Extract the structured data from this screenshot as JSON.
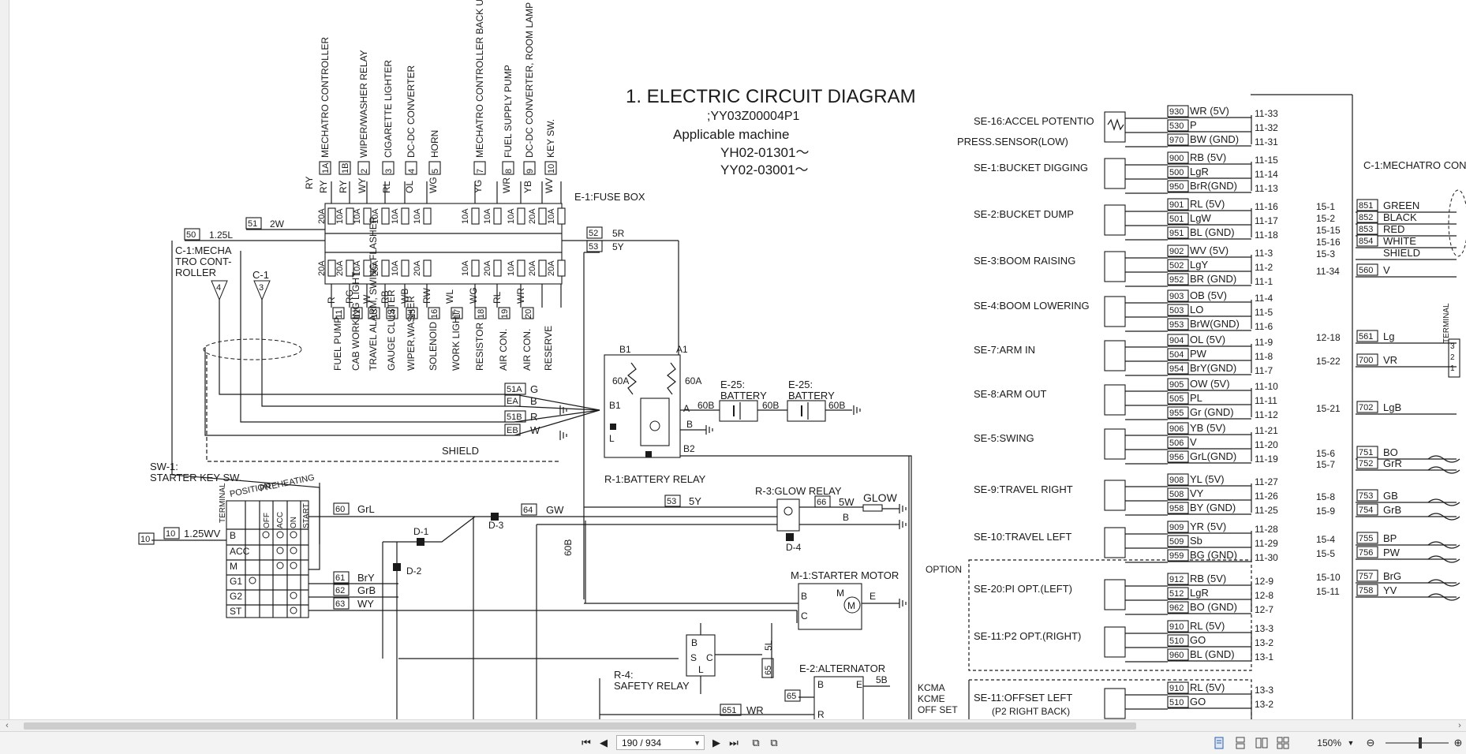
{
  "diagram": {
    "title": "1. ELECTRIC CIRCUIT DIAGRAM",
    "code": ";YY03Z00004P1",
    "applicable_label": "Applicable machine",
    "machines": [
      "YH02-01301～",
      "YY02-03001～"
    ],
    "fuse_box_label": "E-1:FUSE BOX",
    "top_loads": [
      {
        "wire": "RY",
        "num": "1A",
        "label": "MECHATRO CONTROLLER"
      },
      {
        "wire": "RY",
        "num": "1B",
        "label": ""
      },
      {
        "wire": "WY",
        "num": "2",
        "label": "WIPER/WASHER RELAY"
      },
      {
        "wire": "RL",
        "num": "3",
        "label": "CIGARETTE LIGHTER"
      },
      {
        "wire": "OL",
        "num": "4",
        "label": "DC-DC CONVERTER"
      },
      {
        "wire": "WG",
        "num": "5",
        "label": "HORN"
      },
      {
        "wire": "YG",
        "num": "7",
        "label": "MECHATRO CONTROLLER BACK UP"
      },
      {
        "wire": "WR",
        "num": "8",
        "label": "FUEL SUPPLY PUMP"
      },
      {
        "wire": "YB",
        "num": "9",
        "label": "DC-DC CONVERTER, ROOM LAMP"
      },
      {
        "wire": "WV",
        "num": "10",
        "label": "KEY SW."
      }
    ],
    "top_fuses": [
      "20A",
      "10A",
      "10A",
      "10A",
      "10A",
      "10A",
      "10A",
      "10A",
      "10A",
      "20A",
      "10A"
    ],
    "bottom_fuses": [
      "20A",
      "20A",
      "10A",
      "20A",
      "10A",
      "20A",
      "10A",
      "20A",
      "10A",
      "20A",
      "20A"
    ],
    "bottom_loads": [
      {
        "wire": "R",
        "num": "11",
        "label": "FUEL PUMP"
      },
      {
        "wire": "RG",
        "num": "12",
        "label": "CAB WORKING LIGHT"
      },
      {
        "wire": "W",
        "num": "13",
        "label": "TRAVEL ALARM, SWING FLASHER"
      },
      {
        "wire": "RB",
        "num": "14",
        "label": "GAUGE CLUSTER"
      },
      {
        "wire": "WB",
        "num": "15",
        "label": "WIPER,WASHER"
      },
      {
        "wire": "RW",
        "num": "16",
        "label": "SOLENOID"
      },
      {
        "wire": "WL",
        "num": "17",
        "label": "WORK LIGHT"
      },
      {
        "wire": "WG",
        "num": "18",
        "label": "RESISTOR"
      },
      {
        "wire": "RL",
        "num": "19",
        "label": "AIR CON."
      },
      {
        "wire": "WR",
        "num": "20",
        "label": "AIR CON."
      },
      {
        "wire": "",
        "num": "",
        "label": "RESERVE"
      }
    ],
    "left_labels": {
      "wire50": "50",
      "wire50_spec": "1.25L",
      "wire51": "51",
      "wire51_spec": "2W",
      "controller": [
        "C-1:MECHA",
        "TRO CONT-",
        "ROLLER"
      ],
      "c1": "C-1",
      "tri4": "4",
      "tri3": "3",
      "shield": "SHIELD"
    },
    "mid_wires": [
      {
        "num": "51A",
        "color": "G"
      },
      {
        "num": "EA",
        "color": "B"
      },
      {
        "num": "51B",
        "color": "R"
      },
      {
        "num": "EB",
        "color": "W"
      }
    ],
    "relay": {
      "wire52": "52",
      "wire52_color": "5R",
      "wire53": "53",
      "wire53_color": "5Y",
      "b1": "B1",
      "a1": "A1",
      "fuse60a_1": "60A",
      "fuse60a_2": "60A",
      "b1_side": "B1",
      "a": "A",
      "w60b": "60B",
      "b": "B",
      "l": "L",
      "b2": "B2",
      "label": "R-1:BATTERY RELAY",
      "battery1": [
        "E-25:",
        "BATTERY"
      ],
      "battery2": [
        "E-25:",
        "BATTERY"
      ],
      "w60b_2": "60B",
      "w60b_3": "60B"
    },
    "key_switch": {
      "label": [
        "SW-1:",
        "STARTER KEY SW."
      ],
      "position": "POSITION",
      "preheating": "PREHEATING",
      "terminal": "TERMINAL",
      "cols": [
        "OFF",
        "ACC",
        "ON",
        "START"
      ],
      "rows": [
        "B",
        "ACC",
        "M",
        "G1",
        "G2",
        "ST"
      ],
      "w10": "10",
      "w10b": "10",
      "w10_spec": "1.25WV",
      "w60": "60",
      "w60_color": "GrL",
      "w61": "61",
      "w61_color": "BrY",
      "w62": "62",
      "w62_color": "GrB",
      "w63": "63",
      "w63_color": "WY"
    },
    "diodes": [
      "D-1",
      "D-2",
      "D-3",
      "D-4"
    ],
    "w64": "64",
    "w64_color": "GW",
    "w53b": "53",
    "w53b_color": "5Y",
    "glow": {
      "label": "R-3:GLOW RELAY",
      "w66": "66",
      "w66_color": "5W",
      "glow": "GLOW",
      "b": "B"
    },
    "w60b_vert": "60B",
    "starter": {
      "label": "M-1:STARTER MOTOR",
      "b": "B",
      "m": "M",
      "c": "C",
      "e": "E"
    },
    "safety": {
      "label": [
        "R-4:",
        "SAFETY RELAY"
      ],
      "b": "B",
      "s": "S",
      "c": "C",
      "l": "L",
      "w5l": "5L",
      "w65": "65"
    },
    "alternator": {
      "label": "E-2:ALTERNATOR",
      "b": "B",
      "e": "E",
      "r": "R",
      "w5b": "5B",
      "w65": "65",
      "w651": "651",
      "w651_color": "WR"
    },
    "option_label": "OPTION",
    "kcma": [
      "KCMA",
      "KCME",
      "OFF SET"
    ],
    "sensors": [
      {
        "label": "SE-16:ACCEL POTENTIO",
        "wires": [
          [
            "930",
            "WR (5V)",
            "11-33"
          ],
          [
            "530",
            "P",
            "11-32"
          ],
          [
            "970",
            "BW (GND)",
            "11-31"
          ]
        ]
      },
      {
        "label": "SE-1:BUCKET DIGGING",
        "wires": [
          [
            "900",
            "RB (5V)",
            "11-15"
          ],
          [
            "500",
            "LgR",
            "11-14"
          ],
          [
            "950",
            "BrR(GND)",
            "11-13"
          ]
        ]
      },
      {
        "label": "SE-2:BUCKET DUMP",
        "wires": [
          [
            "901",
            "RL (5V)",
            "11-16"
          ],
          [
            "501",
            "LgW",
            "11-17"
          ],
          [
            "951",
            "BL (GND)",
            "11-18"
          ]
        ]
      },
      {
        "label": "SE-3:BOOM RAISING",
        "wires": [
          [
            "902",
            "WV (5V)",
            "11-3"
          ],
          [
            "502",
            "LgY",
            "11-2"
          ],
          [
            "952",
            "BR (GND)",
            "11-1"
          ]
        ]
      },
      {
        "label": "SE-4:BOOM LOWERING",
        "wires": [
          [
            "903",
            "OB (5V)",
            "11-4"
          ],
          [
            "503",
            "LO",
            "11-5"
          ],
          [
            "953",
            "BrW(GND)",
            "11-6"
          ]
        ]
      },
      {
        "label": "SE-7:ARM IN",
        "wires": [
          [
            "904",
            "OL (5V)",
            "11-9"
          ],
          [
            "504",
            "PW",
            "11-8"
          ],
          [
            "954",
            "BrY(GND)",
            "11-7"
          ]
        ]
      },
      {
        "label": "SE-8:ARM OUT",
        "wires": [
          [
            "905",
            "OW (5V)",
            "11-10"
          ],
          [
            "505",
            "PL",
            "11-11"
          ],
          [
            "955",
            "Gr (GND)",
            "11-12"
          ]
        ]
      },
      {
        "label": "SE-5:SWING",
        "wires": [
          [
            "906",
            "YB (5V)",
            "11-21"
          ],
          [
            "506",
            "V",
            "11-20"
          ],
          [
            "956",
            "GrL(GND)",
            "11-19"
          ]
        ]
      },
      {
        "label": "SE-9:TRAVEL RIGHT",
        "wires": [
          [
            "908",
            "YL (5V)",
            "11-27"
          ],
          [
            "508",
            "VY",
            "11-26"
          ],
          [
            "958",
            "BY (GND)",
            "11-25"
          ]
        ]
      },
      {
        "label": "SE-10:TRAVEL LEFT",
        "wires": [
          [
            "909",
            "YR (5V)",
            "11-28"
          ],
          [
            "509",
            "Sb",
            "11-29"
          ],
          [
            "959",
            "BG (GND)",
            "11-30"
          ]
        ]
      },
      {
        "label": "SE-20:PI OPT.(LEFT)",
        "wires": [
          [
            "912",
            "RB (5V)",
            "12-9"
          ],
          [
            "512",
            "LgR",
            "12-8"
          ],
          [
            "962",
            "BO (GND)",
            "12-7"
          ]
        ]
      },
      {
        "label": "SE-11:P2 OPT.(RIGHT)",
        "wires": [
          [
            "910",
            "RL (5V)",
            "13-3"
          ],
          [
            "510",
            "GO",
            "13-2"
          ],
          [
            "960",
            "BL (GND)",
            "13-1"
          ]
        ]
      },
      {
        "label": "SE-11:OFFSET LEFT",
        "wires": [
          [
            "910",
            "RL (5V)",
            "13-3"
          ],
          [
            "510",
            "GO",
            "13-2"
          ]
        ]
      }
    ],
    "press_sensor": "PRESS.SENSOR(LOW)",
    "offset_sub": "(P2 RIGHT BACK)",
    "controller_right": "C-1:MECHATRO CON",
    "right_pins": [
      {
        "pin": "15-1",
        "num": "851",
        "color": "GREEN"
      },
      {
        "pin": "15-2",
        "num": "852",
        "color": "BLACK"
      },
      {
        "pin": "15-15",
        "num": "853",
        "color": "RED"
      },
      {
        "pin": "15-16",
        "num": "854",
        "color": "WHITE"
      },
      {
        "pin": "15-3",
        "num": "",
        "color": "SHIELD"
      },
      {
        "pin": "11-34",
        "num": "560",
        "color": "V"
      },
      {
        "pin": "12-18",
        "num": "561",
        "color": "Lg"
      },
      {
        "pin": "15-22",
        "num": "700",
        "color": "VR"
      },
      {
        "pin": "15-21",
        "num": "702",
        "color": "LgB"
      },
      {
        "pin": "15-6",
        "num": "751",
        "color": "BO"
      },
      {
        "pin": "15-7",
        "num": "752",
        "color": "GrR"
      },
      {
        "pin": "15-8",
        "num": "753",
        "color": "GB"
      },
      {
        "pin": "15-9",
        "num": "754",
        "color": "GrB"
      },
      {
        "pin": "15-4",
        "num": "755",
        "color": "BP"
      },
      {
        "pin": "15-5",
        "num": "756",
        "color": "PW"
      },
      {
        "pin": "15-10",
        "num": "757",
        "color": "BrG"
      },
      {
        "pin": "15-11",
        "num": "758",
        "color": "YV"
      }
    ],
    "terminal_right": "TERMINAL",
    "terminal_pins": [
      "3",
      "2",
      "1"
    ]
  },
  "viewer": {
    "page_value": "190 / 934",
    "zoom": "150%",
    "icons": [
      "first-page-icon",
      "prev-page-icon",
      "next-page-icon",
      "last-page-icon",
      "prev-view-icon",
      "next-view-icon",
      "single-page-icon",
      "continuous-icon",
      "two-page-icon",
      "two-page-continuous-icon",
      "zoom-out-icon",
      "zoom-in-icon"
    ]
  }
}
